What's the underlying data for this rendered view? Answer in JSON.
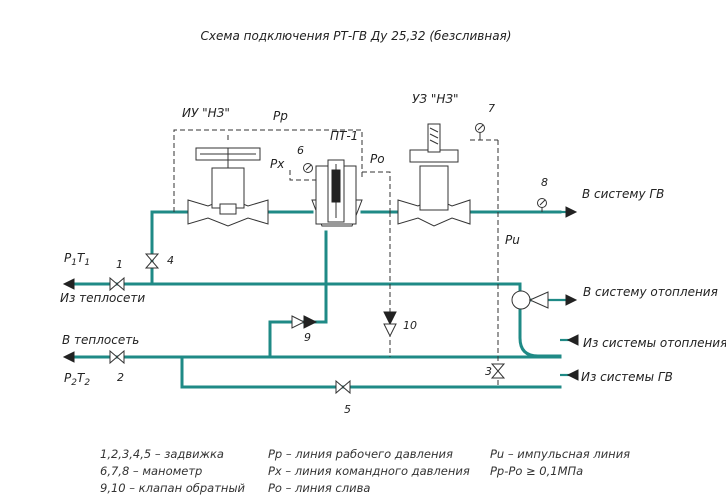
{
  "title": "Схема подключения РТ-ГВ Ду 25,32 (безсливная)",
  "labels": {
    "iu_nz": "ИУ \"НЗ\"",
    "uz_nz": "УЗ \"НЗ\"",
    "pt1": "ПТ-1",
    "pr": "Рр",
    "px": "Рх",
    "po": "Ро",
    "pi": "Рu",
    "p1": "Р",
    "p1_sub": "1",
    "t1": "Т",
    "t1_sub": "1",
    "p2": "Р",
    "p2_sub": "2",
    "t2": "Т",
    "t2_sub": "2",
    "from_network": "Из теплосети",
    "to_network": "В теплосеть",
    "to_hw": "В систему ГВ",
    "to_heating": "В систему отопления",
    "from_heating": "Из системы отопления",
    "from_hw": "Из системы ГВ",
    "n1": "1",
    "n2": "2",
    "n3": "3",
    "n4": "4",
    "n5": "5",
    "n6": "6",
    "n7": "7",
    "n8": "8",
    "n9": "9",
    "n10": "10"
  },
  "legend": {
    "col1": [
      "1,2,3,4,5 – задвижка",
      "6,7,8 – манометр",
      "9,10 – клапан обратный"
    ],
    "col2": [
      "Рр – линия рабочего давления",
      "Рх – линия командного давления",
      "Ро – линия слива"
    ],
    "col3": [
      "Рu – импульсная линия",
      "Рр-Ро ≥ 0,1МПа"
    ]
  }
}
